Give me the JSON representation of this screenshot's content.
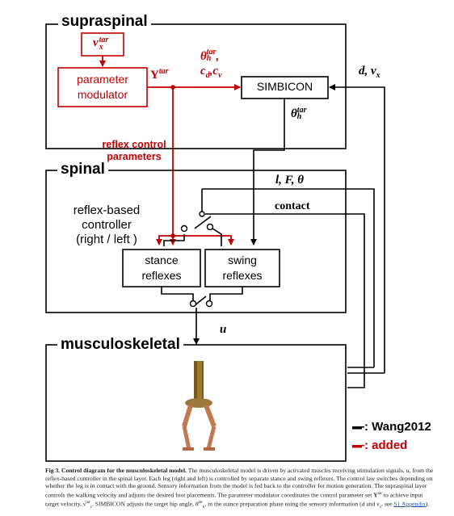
{
  "layers": {
    "supraspinal": "supraspinal",
    "spinal": "spinal",
    "musculoskeletal": "musculoskeletal"
  },
  "boxes": {
    "vx_tar": "v",
    "vx_tar_sup": "tar",
    "vx_tar_sub": "x",
    "parameter_modulator_1": "parameter",
    "parameter_modulator_2": "modulator",
    "simbicon": "SIMBICON",
    "stance_1": "stance",
    "stance_2": "reflexes",
    "swing_1": "swing",
    "swing_2": "reflexes"
  },
  "signals": {
    "Y": "Y",
    "Y_sup": "tar",
    "theta_h": "θ",
    "theta_h_sup": "tar",
    "theta_h_sub": "h",
    "comma": ",",
    "cd_cv": "c",
    "cd_sub": "d",
    "cv_sub": "v",
    "d_vx": "d, v",
    "d_vx_sub": "x",
    "theta_h2": "θ",
    "theta_h2_sup": "tar",
    "theta_h2_sub": "h",
    "reflex_params_1": "reflex control",
    "reflex_params_2": "parameters",
    "lFtheta": "l, F, θ",
    "contact": "contact",
    "u": "u"
  },
  "controller": {
    "line1": "reflex-based",
    "line2": "controller",
    "line3": "(right / left )"
  },
  "legend": {
    "black": "—: Wang2012",
    "red": "—: added",
    "black_color": "#000000",
    "red_color": "#c00000"
  },
  "caption": {
    "label": "Fig 3. Control diagram for the musculoskeletal model.",
    "text1": " The musculoskeletal model is driven by activated muscles receiving stimulation signals, ",
    "u": "u",
    "text2": ", from the reflex-based controller in the spinal layer. Each leg (right and left) is controlled by separate stance and swing reflexes. The control law switches depending on whether the leg is in contact with the ground. Sensory information from the model is fed back to the controller for motion generation. The supraspinal layer controls the walking velocity and adjusts the desired foot placements. The parameter modulator coordinates the control parameter set ",
    "Ytar": "Y",
    "Ytar_sup": "tar",
    "text3": " to achieve input target velocity, ",
    "vx": "v",
    "vx_sup": "tar",
    "vx_sub": "x",
    "text4": ". SIMBICON adjusts the target hip angle, ",
    "th": "θ",
    "th_sup": "tar",
    "th_sub": "h",
    "text5": ", in the stance preparation phase using the sensory information (",
    "d": "d",
    "text6": " and ",
    "v": "v",
    "v_sub": "x",
    "text7": ", see ",
    "link": "S1 Appendix",
    "text8": ")."
  }
}
